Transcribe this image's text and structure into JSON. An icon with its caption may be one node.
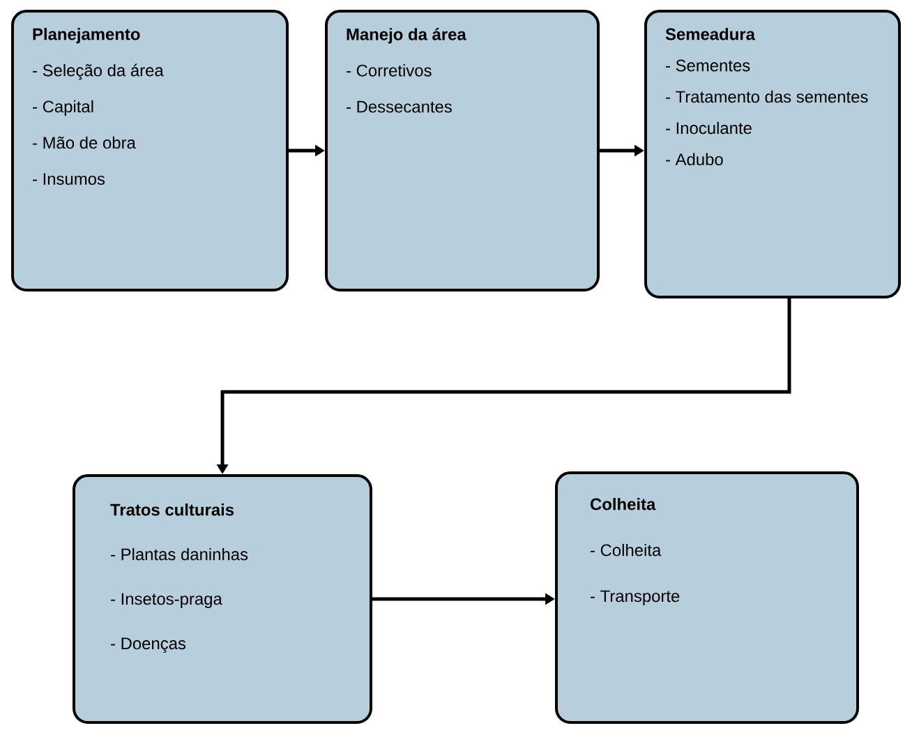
{
  "diagram": {
    "nodes": [
      {
        "text": [
          "Planejamento",
          "- Seleção da área",
          "- Capital",
          "- Mão de obra",
          "- Insumos"
        ]
      },
      {
        "text": [
          "Manejo da área",
          "- Corretivos",
          "- Dessecantes"
        ]
      },
      {
        "text": [
          "Semeadura",
          "- Sementes",
          "- Tratamento das sementes",
          "- Inoculante",
          "- Adubo"
        ]
      },
      {
        "text": [
          "Tratos culturais",
          "- Plantas daninhas",
          "- Insetos-praga",
          "- Doenças"
        ]
      },
      {
        "text": [
          "Colheita",
          "- Colheita",
          "- Transporte"
        ]
      }
    ],
    "edges": [
      {
        "from": 0,
        "to": 1,
        "arrow": "to"
      },
      {
        "from": 1,
        "to": 2,
        "arrow": "to"
      },
      {
        "from": 2,
        "to": 3,
        "arrow": "to"
      },
      {
        "from": 3,
        "to": 4,
        "arrow": "to"
      }
    ]
  }
}
